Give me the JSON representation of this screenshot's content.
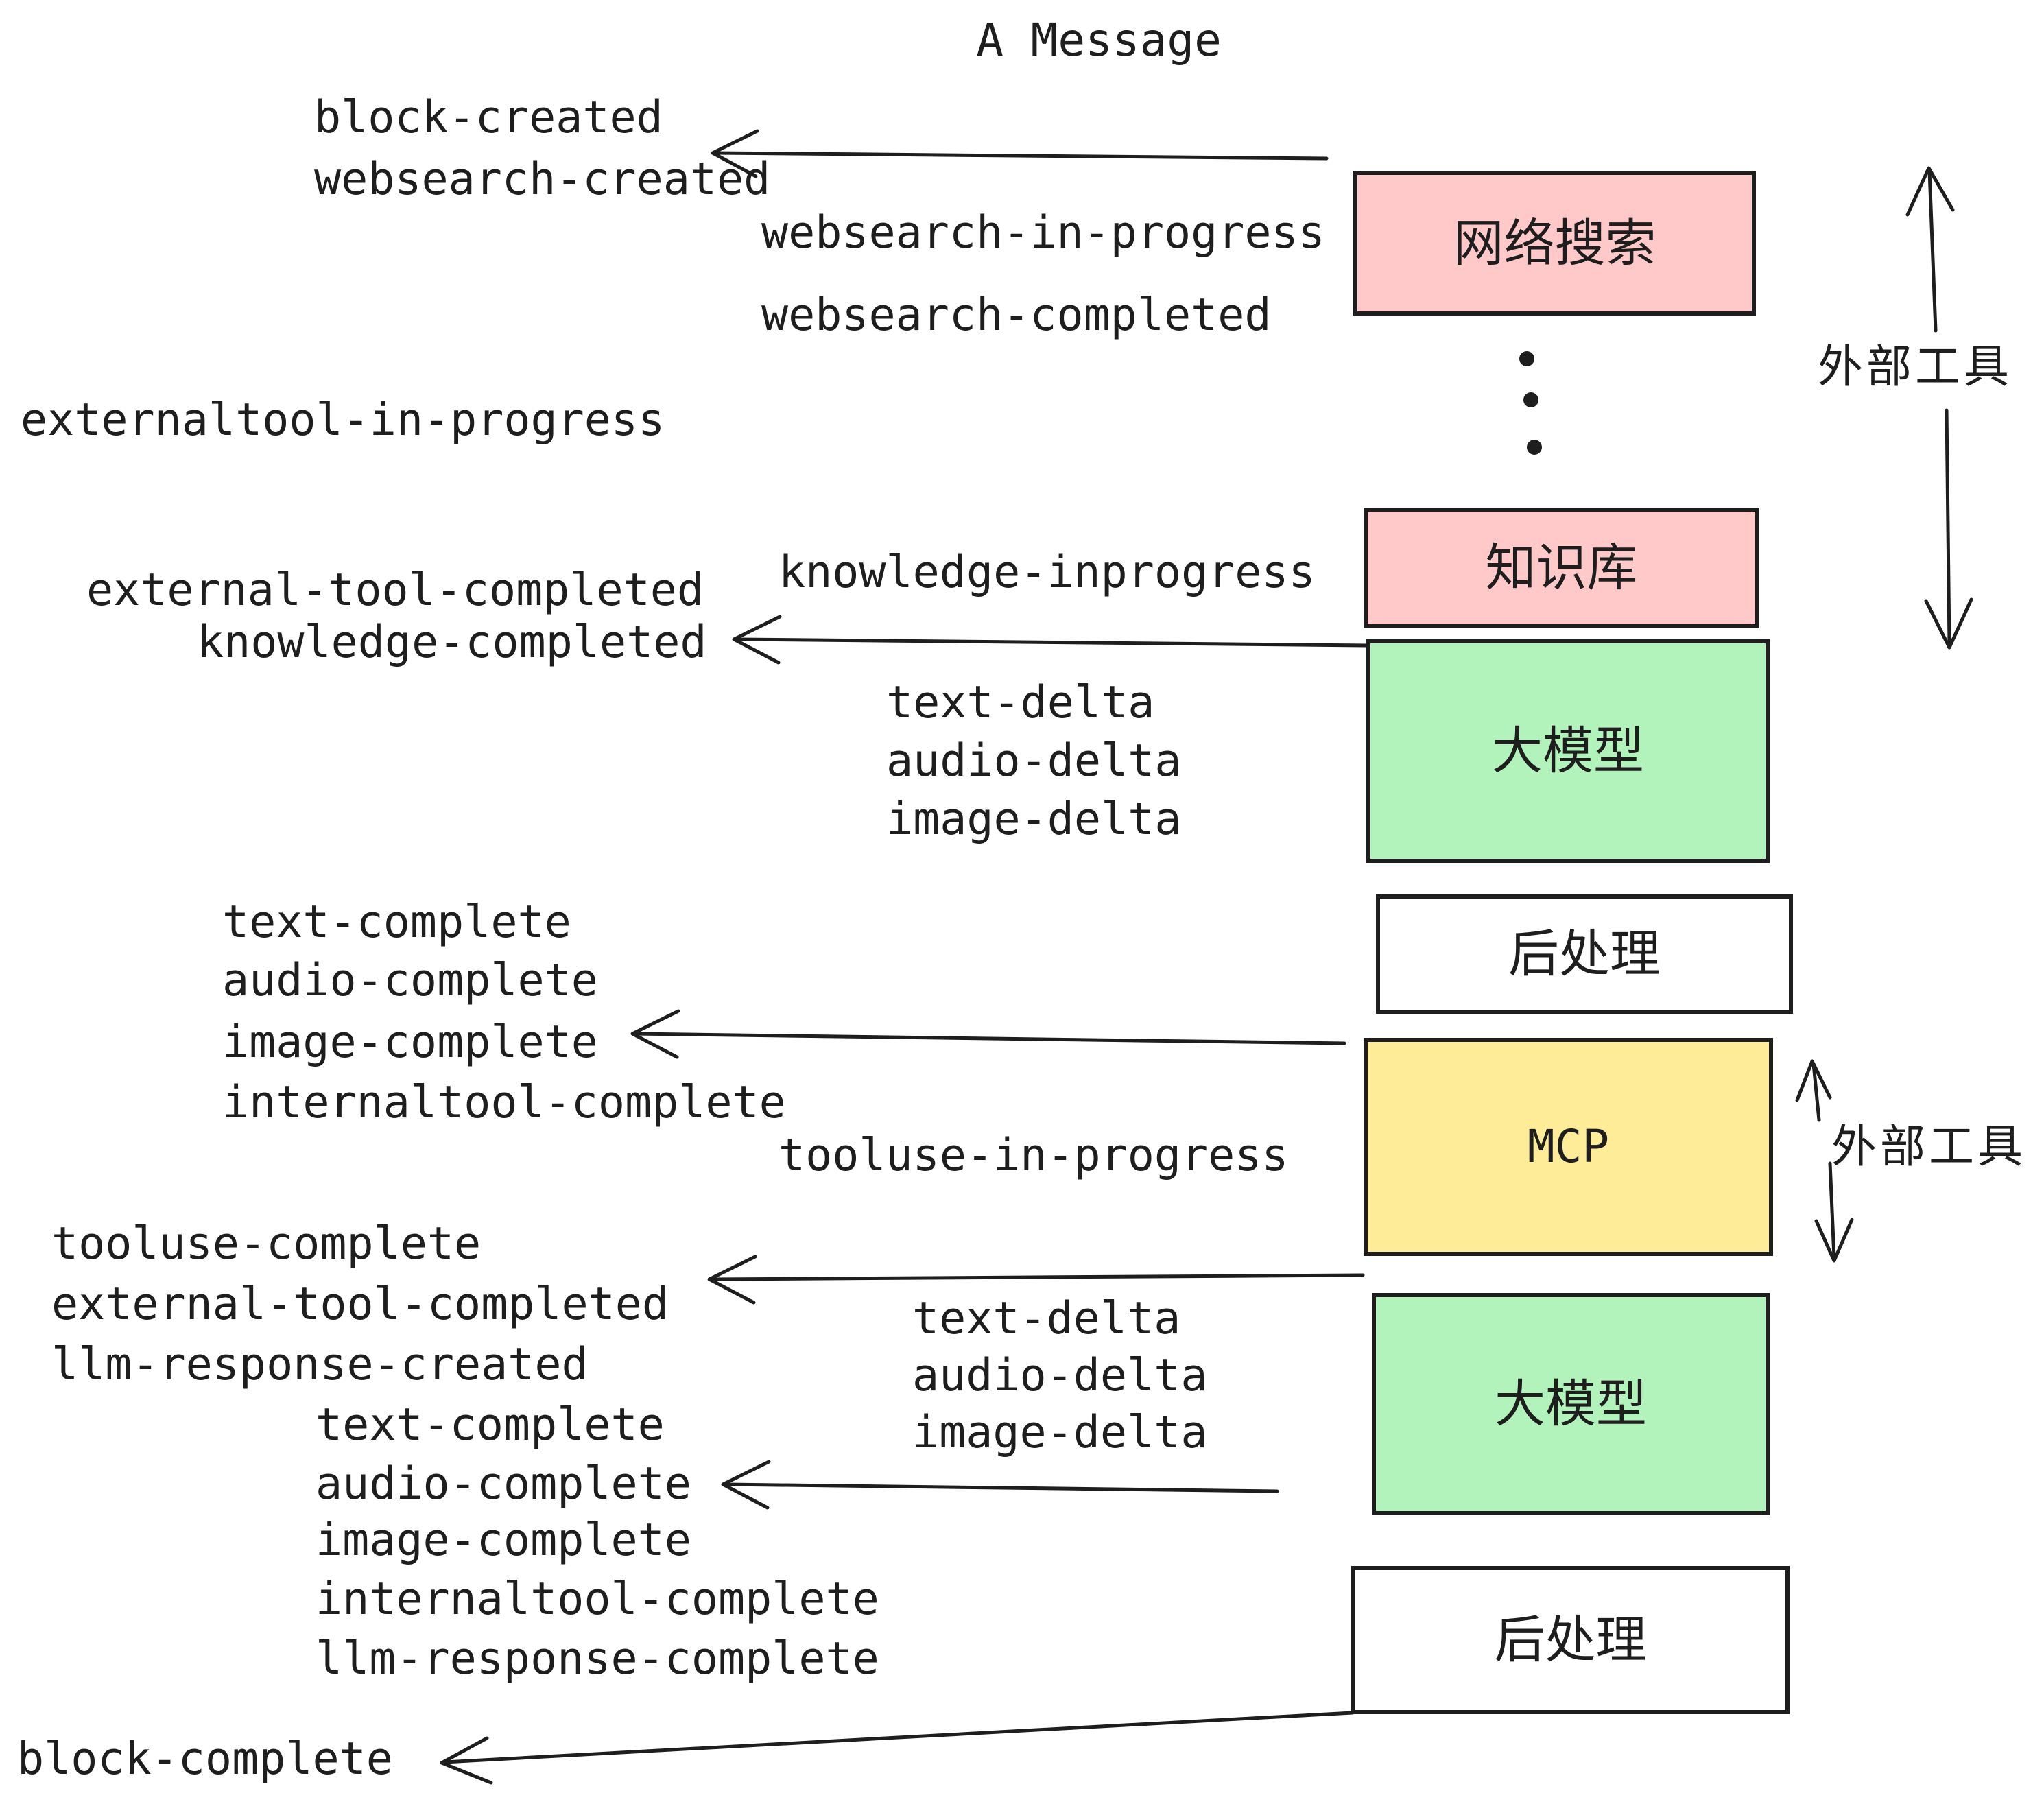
{
  "title": "A Message",
  "colors": {
    "ink": "#1e1e1e",
    "pink": "#ffc9c9",
    "green": "#b2f2bb",
    "yellow": "#ffec99",
    "white": "#ffffff"
  },
  "events": {
    "block_created": "block-created",
    "websearch_created": "websearch-created",
    "websearch_in_progress": "websearch-in-progress",
    "websearch_completed": "websearch-completed",
    "externaltool_in_progress": "externaltool-in-progress",
    "knowledge_inprogress": "knowledge-inprogress",
    "external_tool_completed": "external-tool-completed",
    "knowledge_completed": "knowledge-completed",
    "text_delta": "text-delta",
    "audio_delta": "audio-delta",
    "image_delta": "image-delta",
    "text_complete": "text-complete",
    "audio_complete": "audio-complete",
    "image_complete": "image-complete",
    "internaltool_complete": "internaltool-complete",
    "tooluse_in_progress": "tooluse-in-progress",
    "tooluse_complete": "tooluse-complete",
    "llm_response_created": "llm-response-created",
    "llm_response_complete": "llm-response-complete",
    "block_complete": "block-complete"
  },
  "boxes": {
    "websearch": {
      "label": "网络搜索",
      "fill": "#ffc9c9"
    },
    "knowledge": {
      "label": "知识库",
      "fill": "#ffc9c9"
    },
    "llm_top": {
      "label": "大模型",
      "fill": "#b2f2bb"
    },
    "post_top": {
      "label": "后处理",
      "fill": "#ffffff"
    },
    "mcp": {
      "label": "MCP",
      "fill": "#ffec99"
    },
    "llm_bottom": {
      "label": "大模型",
      "fill": "#b2f2bb"
    },
    "post_bottom": {
      "label": "后处理",
      "fill": "#ffffff"
    }
  },
  "annotations": {
    "external_tools_top": "外部工具",
    "external_tools_mid": "外部工具"
  }
}
